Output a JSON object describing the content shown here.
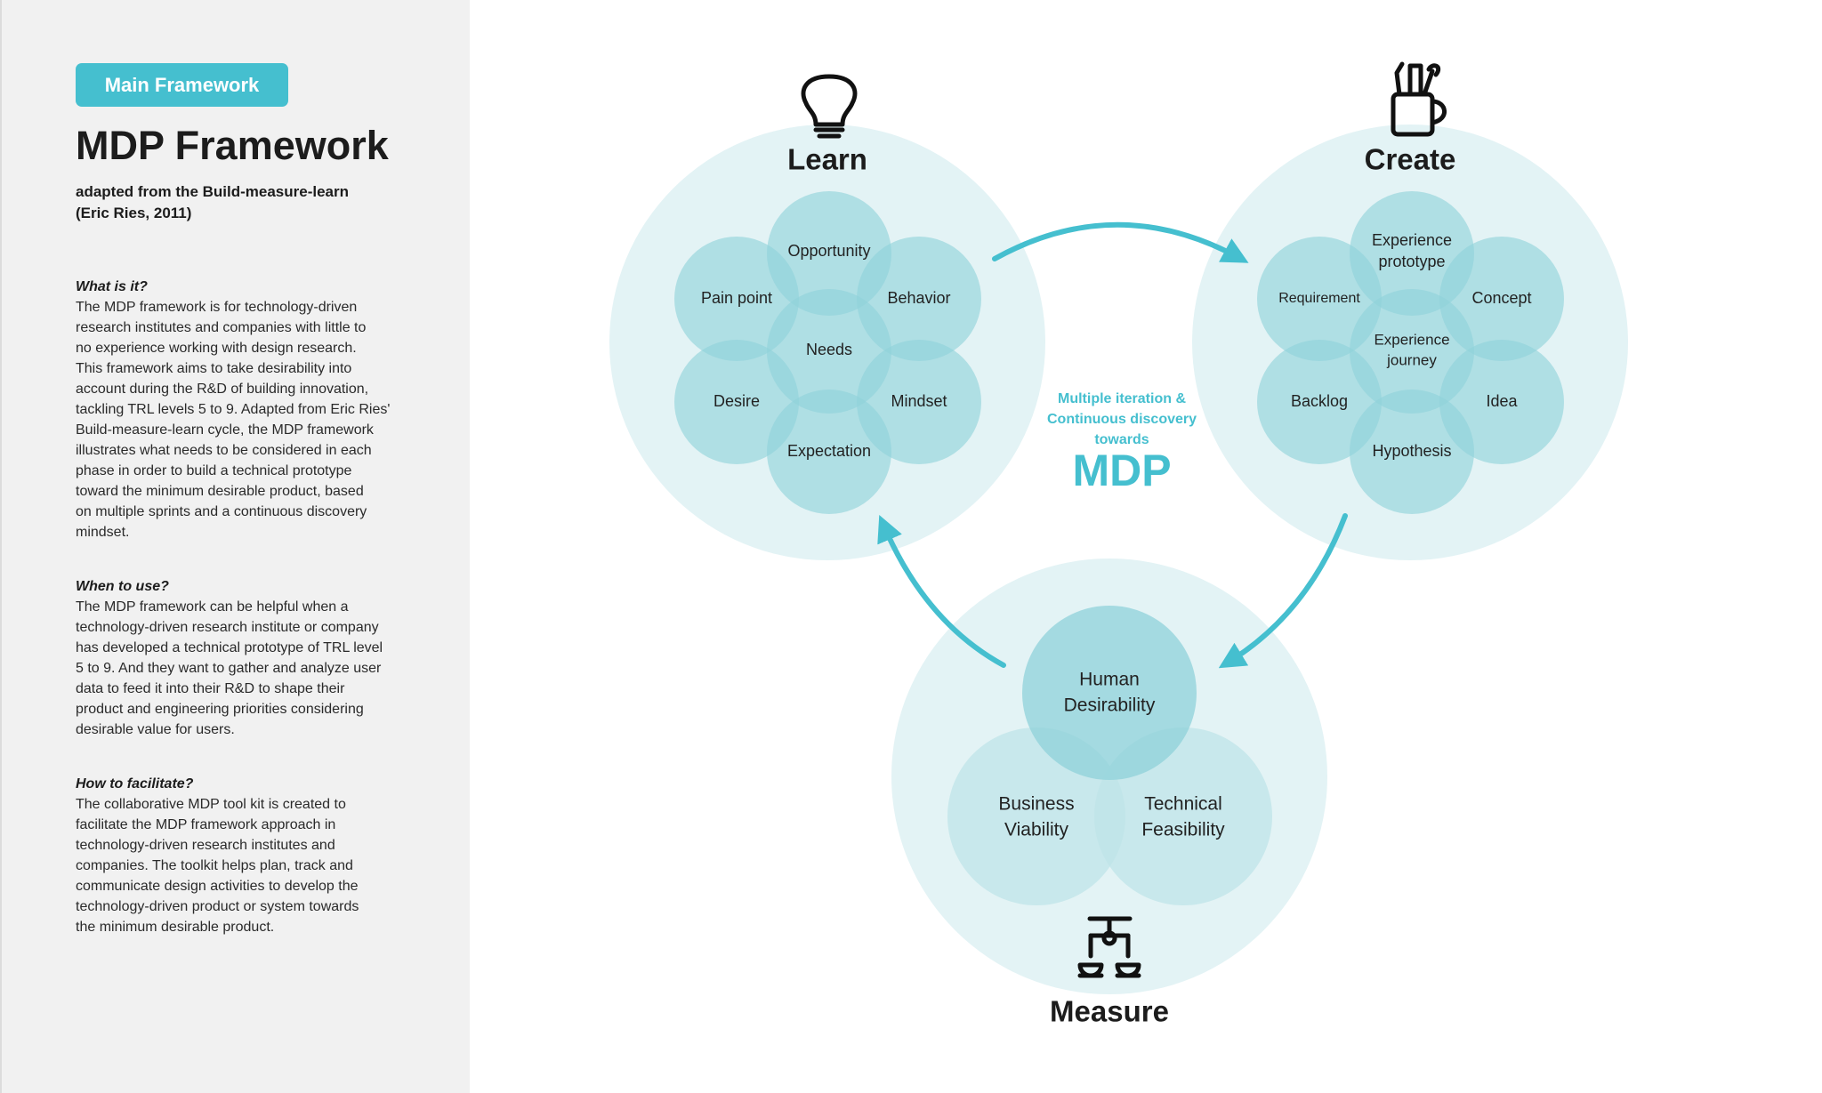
{
  "sidebar": {
    "badge": "Main Framework",
    "title": "MDP Framework",
    "subtitle_lines": [
      "adapted from the Build-measure-learn",
      "(Eric Ries, 2011)"
    ],
    "sections": [
      {
        "heading": "What is it?",
        "lines": [
          "The MDP framework is for technology-driven",
          "research institutes and companies with little to",
          "no experience working with design research.",
          "This framework aims to take desirability into",
          "account during the R&D of building innovation,",
          "tackling TRL levels 5 to 9. Adapted from Eric Ries'",
          "Build-measure-learn cycle, the MDP framework",
          "illustrates what needs to be considered in each",
          "phase in order to build a technical prototype",
          "toward the minimum desirable product, based",
          "on multiple sprints and a continuous discovery",
          "mindset."
        ]
      },
      {
        "heading": "When to use?",
        "lines": [
          "The MDP framework can be helpful when a",
          "technology-driven research institute or company",
          "has developed a technical prototype of TRL level",
          "5 to 9. And they want to gather and analyze user",
          "data to feed it into their R&D to shape their",
          "product and engineering priorities considering",
          "desirable value for users."
        ]
      },
      {
        "heading": "How to facilitate?",
        "lines": [
          "The collaborative MDP tool kit is created to",
          "facilitate the MDP framework approach in",
          "technology-driven research institutes and",
          "companies. The toolkit helps plan, track and",
          "communicate design activities to develop the",
          "technology-driven product or system towards",
          "the minimum desirable product."
        ]
      }
    ]
  },
  "diagram": {
    "center_note_lines": [
      "Multiple iteration &",
      "Continuous discovery",
      "towards"
    ],
    "center_title": "MDP",
    "learn": {
      "title": "Learn",
      "icon": "lightbulb-icon",
      "center": "Needs",
      "petals": [
        "Opportunity",
        "Behavior",
        "Mindset",
        "Expectation",
        "Desire",
        "Pain point"
      ]
    },
    "create": {
      "title": "Create",
      "icon": "pencil-cup-icon",
      "center_lines": [
        "Experience",
        "journey"
      ],
      "petals": [
        {
          "lines": [
            "Experience",
            "prototype"
          ]
        },
        {
          "lines": [
            "Concept"
          ]
        },
        {
          "lines": [
            "Idea"
          ]
        },
        {
          "lines": [
            "Hypothesis"
          ]
        },
        {
          "lines": [
            "Backlog"
          ]
        },
        {
          "lines": [
            "Requirement"
          ]
        }
      ]
    },
    "measure": {
      "title": "Measure",
      "icon": "balance-scale-icon",
      "circles": [
        {
          "lines": [
            "Human",
            "Desirability"
          ]
        },
        {
          "lines": [
            "Business",
            "Viability"
          ]
        },
        {
          "lines": [
            "Technical",
            "Feasibility"
          ]
        }
      ]
    }
  },
  "colors": {
    "accent": "#45bfcf",
    "outer_circle": "#e3f3f5",
    "petal": "#8fd2da",
    "petal_light": "#bfe4e8"
  }
}
